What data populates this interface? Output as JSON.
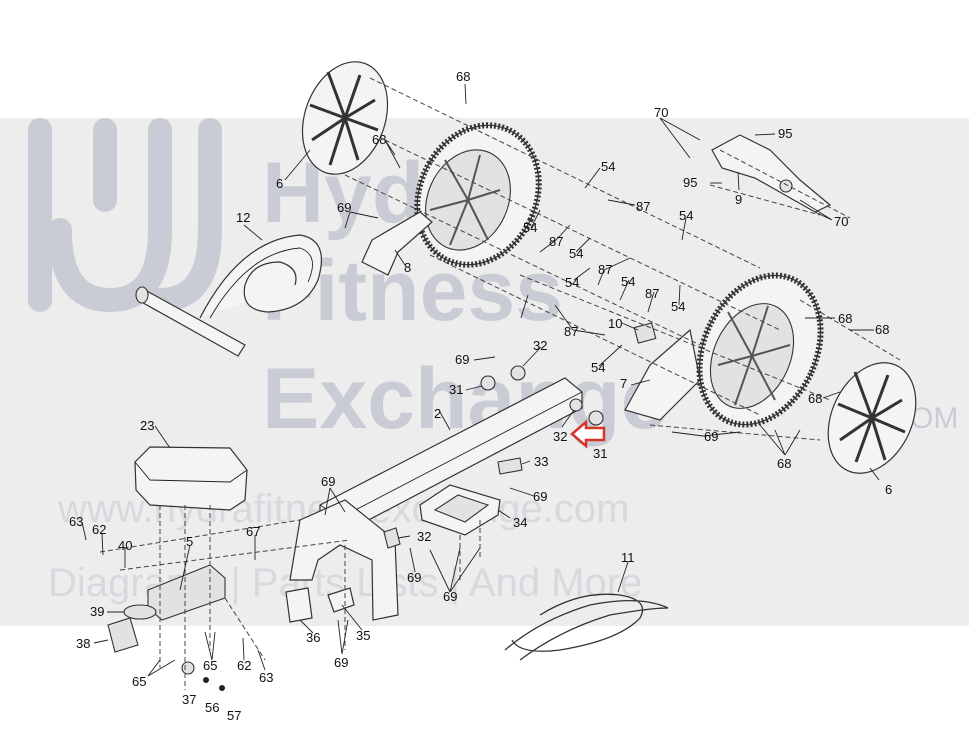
{
  "watermark": {
    "brand_line1": "Hydra",
    "brand_line2": "Fitness",
    "brand_line3": "Exchange",
    "brand_suffix": ".COM",
    "url": "www.hydrafitnessexchange.com",
    "tagline": "Diagrams | Parts Lists | And More"
  },
  "colors": {
    "watermark_band": "#ededed",
    "watermark_text": "#c9ccd4",
    "watermark_text_light": "#d7d9de",
    "arrow": "#d9342b",
    "line": "#333333"
  },
  "callouts": [
    {
      "id": "c68a",
      "text": "68"
    },
    {
      "id": "c70a",
      "text": "70"
    },
    {
      "id": "c95a",
      "text": "95"
    },
    {
      "id": "c6a",
      "text": "6"
    },
    {
      "id": "c68b",
      "text": "68"
    },
    {
      "id": "c54a",
      "text": "54"
    },
    {
      "id": "c95b",
      "text": "95"
    },
    {
      "id": "c9",
      "text": "9"
    },
    {
      "id": "c87a",
      "text": "87"
    },
    {
      "id": "c69a",
      "text": "69"
    },
    {
      "id": "c54b",
      "text": "54"
    },
    {
      "id": "c70b",
      "text": "70"
    },
    {
      "id": "c12",
      "text": "12"
    },
    {
      "id": "c54c",
      "text": "54"
    },
    {
      "id": "c87b",
      "text": "87"
    },
    {
      "id": "c8",
      "text": "8"
    },
    {
      "id": "c54d",
      "text": "54"
    },
    {
      "id": "c87c",
      "text": "87"
    },
    {
      "id": "c54e",
      "text": "54"
    },
    {
      "id": "c87d",
      "text": "87"
    },
    {
      "id": "c54f",
      "text": "54"
    },
    {
      "id": "c54g",
      "text": "54"
    },
    {
      "id": "c87e",
      "text": "87"
    },
    {
      "id": "c10",
      "text": "10"
    },
    {
      "id": "c68c",
      "text": "68"
    },
    {
      "id": "c68d",
      "text": "68"
    },
    {
      "id": "c32a",
      "text": "32"
    },
    {
      "id": "c69b",
      "text": "69"
    },
    {
      "id": "c54h",
      "text": "54"
    },
    {
      "id": "c31a",
      "text": "31"
    },
    {
      "id": "c7",
      "text": "7"
    },
    {
      "id": "c68e",
      "text": "68"
    },
    {
      "id": "c2",
      "text": "2"
    },
    {
      "id": "c23",
      "text": "23"
    },
    {
      "id": "c32b",
      "text": "32"
    },
    {
      "id": "c69c",
      "text": "69"
    },
    {
      "id": "c31b",
      "text": "31"
    },
    {
      "id": "c68f",
      "text": "68"
    },
    {
      "id": "c33",
      "text": "33"
    },
    {
      "id": "c6b",
      "text": "6"
    },
    {
      "id": "c69d",
      "text": "69"
    },
    {
      "id": "c69e",
      "text": "69"
    },
    {
      "id": "c63a",
      "text": "63"
    },
    {
      "id": "c62a",
      "text": "62"
    },
    {
      "id": "c34",
      "text": "34"
    },
    {
      "id": "c67",
      "text": "67"
    },
    {
      "id": "c32c",
      "text": "32"
    },
    {
      "id": "c40",
      "text": "40"
    },
    {
      "id": "c5",
      "text": "5"
    },
    {
      "id": "c11",
      "text": "11"
    },
    {
      "id": "c69f",
      "text": "69"
    },
    {
      "id": "c69g",
      "text": "69"
    },
    {
      "id": "c39",
      "text": "39"
    },
    {
      "id": "c36",
      "text": "36"
    },
    {
      "id": "c35",
      "text": "35"
    },
    {
      "id": "c38",
      "text": "38"
    },
    {
      "id": "c65a",
      "text": "65"
    },
    {
      "id": "c62b",
      "text": "62"
    },
    {
      "id": "c69h",
      "text": "69"
    },
    {
      "id": "c65b",
      "text": "65"
    },
    {
      "id": "c63b",
      "text": "63"
    },
    {
      "id": "c37",
      "text": "37"
    },
    {
      "id": "c56",
      "text": "56"
    },
    {
      "id": "c57",
      "text": "57"
    }
  ]
}
